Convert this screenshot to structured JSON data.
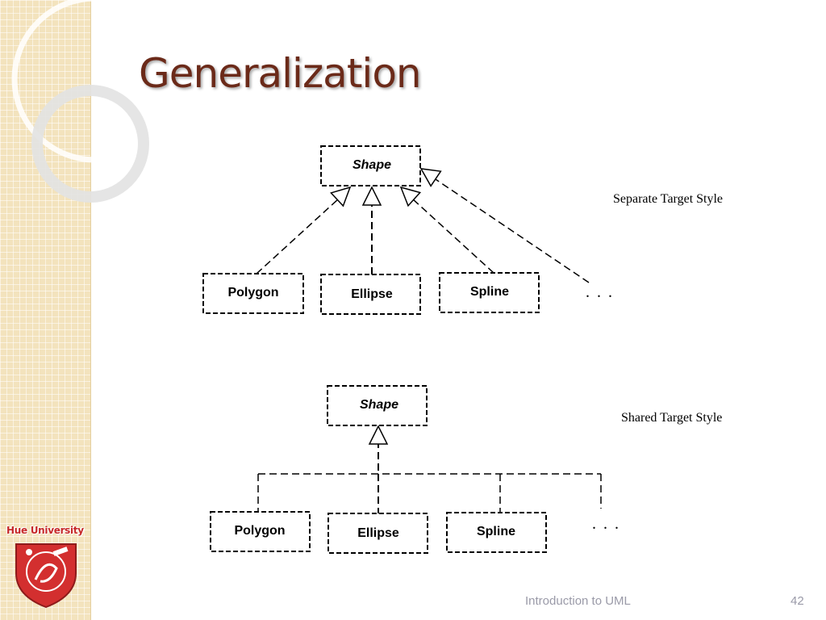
{
  "slide": {
    "title": "Generalization",
    "university": "Hue University",
    "footer_title": "Introduction to UML",
    "page_number": "42"
  },
  "separate_style": {
    "caption": "Separate Target Style",
    "parent": "Shape",
    "children": [
      "Polygon",
      "Ellipse",
      "Spline"
    ],
    "more": ". . ."
  },
  "shared_style": {
    "caption": "Shared Target Style",
    "parent": "Shape",
    "children": [
      "Polygon",
      "Ellipse",
      "Spline"
    ],
    "more": ". . ."
  },
  "colors": {
    "title": "#6b2a19",
    "sidebar": "#f3e3bd",
    "footer_text": "#9a9aa8",
    "logo_red": "#c62828"
  }
}
